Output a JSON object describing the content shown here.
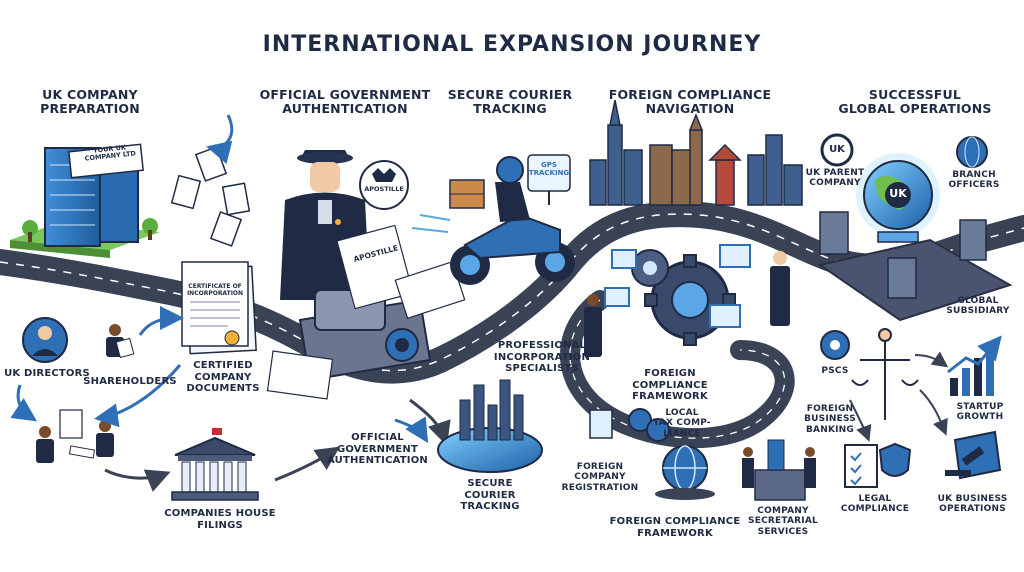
{
  "title": "INTERNATIONAL EXPANSION JOURNEY",
  "stages": {
    "uk_company_preparation": "UK COMPANY\nPREPARATION",
    "official_government_authentication": "OFFICIAL GOVERNMENT\nAUTHENTICATION",
    "secure_courier_tracking": "SECURE COURIER\nTRACKING",
    "foreign_compliance_navigation": "FOREIGN COMPLIANCE\nNAVIGATION",
    "successful_global_operations": "SUCCESSFUL\nGLOBAL OPERATIONS"
  },
  "labels": {
    "uk_directors": "UK DIRECTORS",
    "shareholders": "SHAREHOLDERS",
    "certified_company_documents": "CERTIFIED\nCOMPANY\nDOCUMENTS",
    "companies_house_filings": "COMPANIES HOUSE\nFILINGS",
    "official_government_authentication_lower": "OFFICIAL\nGOVERNMENT\nAUTHENTICATION",
    "secure_courier_tracking_lower": "SECURE\nCOURIER\nTRACKING",
    "professional_incorporation_specialists": "PROFESSIONAL\nINCORPORATION\nSPECIALISTS",
    "foreign_compliance_framework_mid": "FOREIGN\nCOMPLIANCE\nFRAMEWORK",
    "local_tax_compliance": "LOCAL\nTAX COMP-\nLIANCE",
    "foreign_company_registration": "FOREIGN\nCOMPANY\nREGISTRATION",
    "foreign_compliance_framework_bottom": "FOREIGN COMPLIANCE\nFRAMEWORK",
    "company_secretarial_services": "COMPANY\nSECRETARIAL\nSERVICES",
    "foreign_business_banking": "FOREIGN\nBUSINESS\nBANKING",
    "uk_parent_company": "UK PARENT\nCOMPANY",
    "branch_officers": "BRANCH\nOFFICERS",
    "global_subsidiary": "GLOBAL\nSUBSIDIARY",
    "pscs": "PSCs",
    "startup_growth": "STARTUP\nGROWTH",
    "legal_compliance": "LEGAL\nCOMPLIANCE",
    "uk_business_operations": "UK BUSINESS\nOPERATIONS"
  },
  "illustration_text": {
    "building_sign": "YOUR UK\nCOMPANY LTD",
    "certificate": "CERTIFICATE OF\nINCORPORATION",
    "apostille_badge": "APOSTILLE",
    "apostille_document": "APOSTILLE",
    "gps_sign": "GPS\nTRACKING",
    "uk_globe": "UK",
    "uk_circle": "UK"
  },
  "colors": {
    "navy": "#1f2a44",
    "blue": "#2f6fb5",
    "light_blue": "#5aa6e6",
    "road": "#3a4256",
    "green": "#6fbf4a"
  },
  "icons": [
    "building-icon",
    "courthouse-icon",
    "police-officer-icon",
    "courier-motorcycle-icon",
    "gear-icon",
    "globe-icon",
    "city-skyline-icon",
    "scales-icon",
    "growth-chart-icon",
    "gavel-icon",
    "shield-icon",
    "dollar-coin-icon",
    "euro-coin-icon",
    "euro-coin-icon"
  ]
}
